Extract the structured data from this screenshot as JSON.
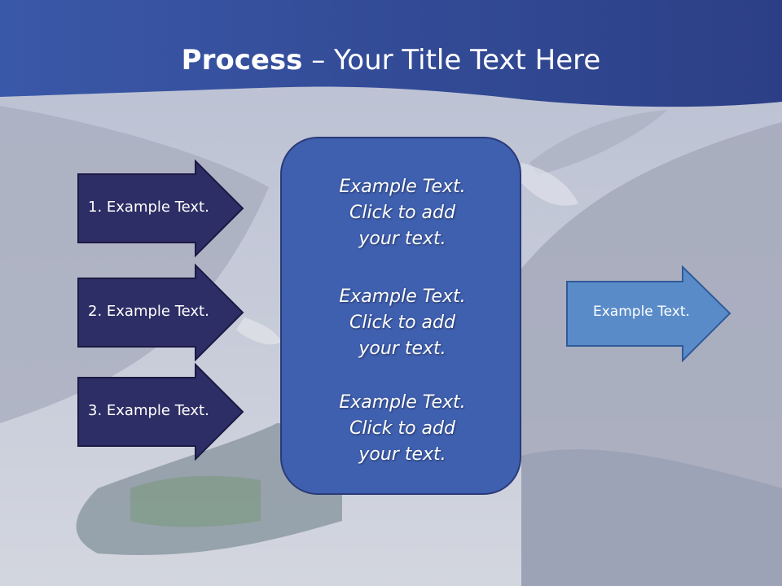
{
  "title": {
    "bold": "Process",
    "separator": " – ",
    "rest": "Your Title Text Here"
  },
  "left_arrows": [
    {
      "label": "1. Example Text."
    },
    {
      "label": "2. Example Text."
    },
    {
      "label": "3. Example Text."
    }
  ],
  "center_box": {
    "blocks": [
      {
        "line1": "Example Text.",
        "line2": "Click  to add",
        "line3": "your text."
      },
      {
        "line1": "Example Text.",
        "line2": "Click  to add",
        "line3": "your text."
      },
      {
        "line1": "Example Text.",
        "line2": "Click  to add",
        "line3": "your text."
      }
    ]
  },
  "right_arrow": {
    "label": "Example Text."
  },
  "colors": {
    "header": "#3a55a4",
    "left_arrow_fill": "#2e2e66",
    "center_box_fill": "#3f5faf",
    "right_arrow_fill": "#5a8bc9"
  }
}
